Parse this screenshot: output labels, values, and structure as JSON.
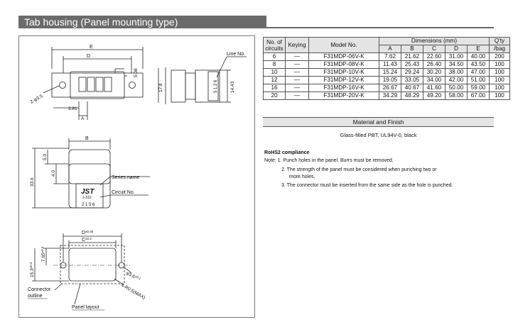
{
  "header": {
    "title": "Tab housing (Panel mounting type)"
  },
  "drawing": {
    "label_e": "E",
    "label_d": "D",
    "label_line_no": "Line No.",
    "dim_508": "5.08",
    "dim_178": "17.8",
    "dim_1443": "14.43",
    "dim_hole": "2-φ3.5",
    "dim_381": "3.81",
    "label_a": "A",
    "label_b": "B",
    "dim_50": "5.0",
    "dim_40": "4.0",
    "dim_336": "33.6",
    "label_series_name": "Series name",
    "label_circuit_no": "Circuit No.",
    "brand": "JST",
    "series_mark": "J-310",
    "circuit_mark": "2 1 5 6",
    "line_mark": "5 1 2 6",
    "panel_d": "D",
    "panel_d_tol": "±0.05",
    "panel_c": "C",
    "panel_c_tol": "±0.3",
    "panel_765": "7.65",
    "panel_765_tol": "±0.3",
    "panel_153": "15.3",
    "panel_153_tol": "±0.3",
    "panel_hole": "φ3.6",
    "panel_hole_tol": "±0.1",
    "panel_radius": "4-R0.5(MAX)",
    "label_connector": "Connector",
    "label_outline": "outline",
    "label_panel_layout": "Panel layout"
  },
  "table": {
    "headers": {
      "no_of": "No. of",
      "circuits": "circuits",
      "keying": "Keying",
      "model_no": "Model No.",
      "dimensions": "Dimensions (mm)",
      "qty": "Q'ty",
      "bag": "/bag",
      "cols": [
        "A",
        "B",
        "C",
        "D",
        "E"
      ]
    },
    "rows": [
      {
        "circuits": "6",
        "keying": "—",
        "model": "F31MDP-06V-K",
        "a": "7.62",
        "b": "21.62",
        "c": "22.60",
        "d": "31.00",
        "e": "40.00",
        "qty": "200"
      },
      {
        "circuits": "8",
        "keying": "—",
        "model": "F31MDP-08V-K",
        "a": "11.43",
        "b": "25.43",
        "c": "26.40",
        "d": "34.50",
        "e": "43.50",
        "qty": "100"
      },
      {
        "circuits": "10",
        "keying": "—",
        "model": "F31MDP-10V-K",
        "a": "15.24",
        "b": "29.24",
        "c": "30.20",
        "d": "38.00",
        "e": "47.00",
        "qty": "100"
      },
      {
        "circuits": "12",
        "keying": "—",
        "model": "F31MDP-12V-K",
        "a": "19.05",
        "b": "33.05",
        "c": "34.00",
        "d": "42.00",
        "e": "51.00",
        "qty": "100"
      },
      {
        "circuits": "16",
        "keying": "—",
        "model": "F31MDP-16V-K",
        "a": "26.67",
        "b": "40.67",
        "c": "41.60",
        "d": "50.00",
        "e": "59.00",
        "qty": "100"
      },
      {
        "circuits": "20",
        "keying": "—",
        "model": "F31MDP-20V-K",
        "a": "34.29",
        "b": "48.29",
        "c": "49.20",
        "d": "58.00",
        "e": "67.00",
        "qty": "100"
      }
    ]
  },
  "material": {
    "heading": "Material and Finish",
    "text": "Glass-filled PBT, UL94V-0, black"
  },
  "rohs": "RoHS2 compliance",
  "notes": {
    "n1": "Note: 1. Punch holes in the panel. Burrs must be removed.",
    "n2a": "2. The strength of the panel must be considered when punching two or",
    "n2b": "more holes.",
    "n3": "3. The connector must be inserted from the same side as the hole is punched."
  }
}
